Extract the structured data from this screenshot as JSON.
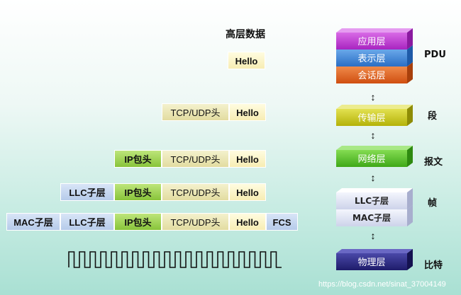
{
  "title": "高层数据",
  "rows": {
    "r1": {
      "hello": "Hello"
    },
    "r2": {
      "tcp": "TCP/UDP头",
      "hello": "Hello"
    },
    "r3": {
      "ip": "IP包头",
      "tcp": "TCP/UDP头",
      "hello": "Hello"
    },
    "r4": {
      "llc": "LLC子层",
      "ip": "IP包头",
      "tcp": "TCP/UDP头",
      "hello": "Hello"
    },
    "r5": {
      "mac": "MAC子层",
      "llc": "LLC子层",
      "ip": "IP包头",
      "tcp": "TCP/UDP头",
      "hello": "Hello",
      "fcs": "FCS"
    }
  },
  "stack": {
    "app": {
      "label": "应用层",
      "color": "#c23bd6"
    },
    "pres": {
      "label": "表示层",
      "color": "#3e86d6"
    },
    "sess": {
      "label": "会话层",
      "color": "#e3641e"
    },
    "trans": {
      "label": "传输层",
      "color": "#c9c81a"
    },
    "net": {
      "label": "网络层",
      "color": "#58c12a"
    },
    "llc": {
      "label": "LLC子层",
      "color": "#dfe3f3"
    },
    "mac": {
      "label": "MAC子层",
      "color": "#dfe3f3"
    },
    "phy": {
      "label": "物理层",
      "color": "#2c2a86"
    }
  },
  "units": {
    "pdu": "PDU",
    "segment": "段",
    "packet": "报文",
    "frame": "帧",
    "bit": "比特"
  },
  "watermark": "https://blog.csdn.net/sinat_37004149"
}
